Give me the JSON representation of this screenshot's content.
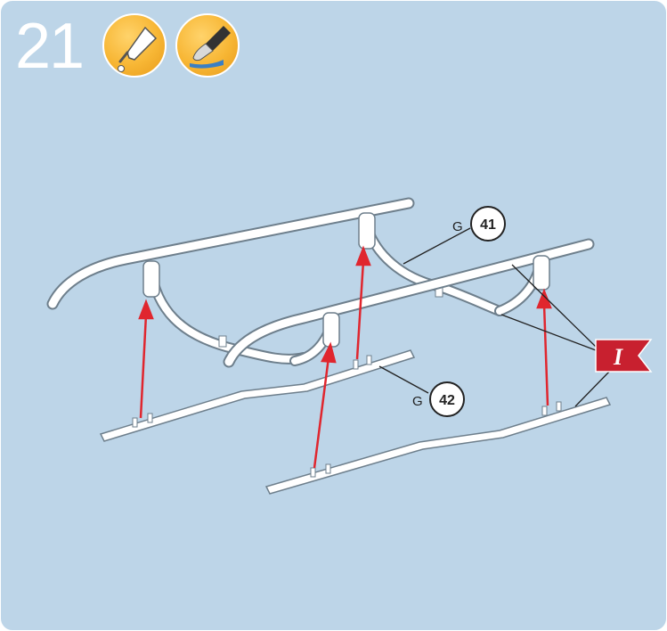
{
  "step": {
    "number": "21"
  },
  "tools": [
    {
      "name": "glue-icon"
    },
    {
      "name": "paintbrush-icon"
    }
  ],
  "callouts": {
    "part_41": {
      "letter": "G",
      "number": "41"
    },
    "part_42": {
      "letter": "G",
      "number": "42"
    }
  },
  "flag": {
    "label": "I",
    "color": "#c8202f"
  },
  "colors": {
    "background": "#bdd5e8",
    "arrow": "#e0262e",
    "icon": "#f7b634",
    "parts": "#ffffff"
  }
}
